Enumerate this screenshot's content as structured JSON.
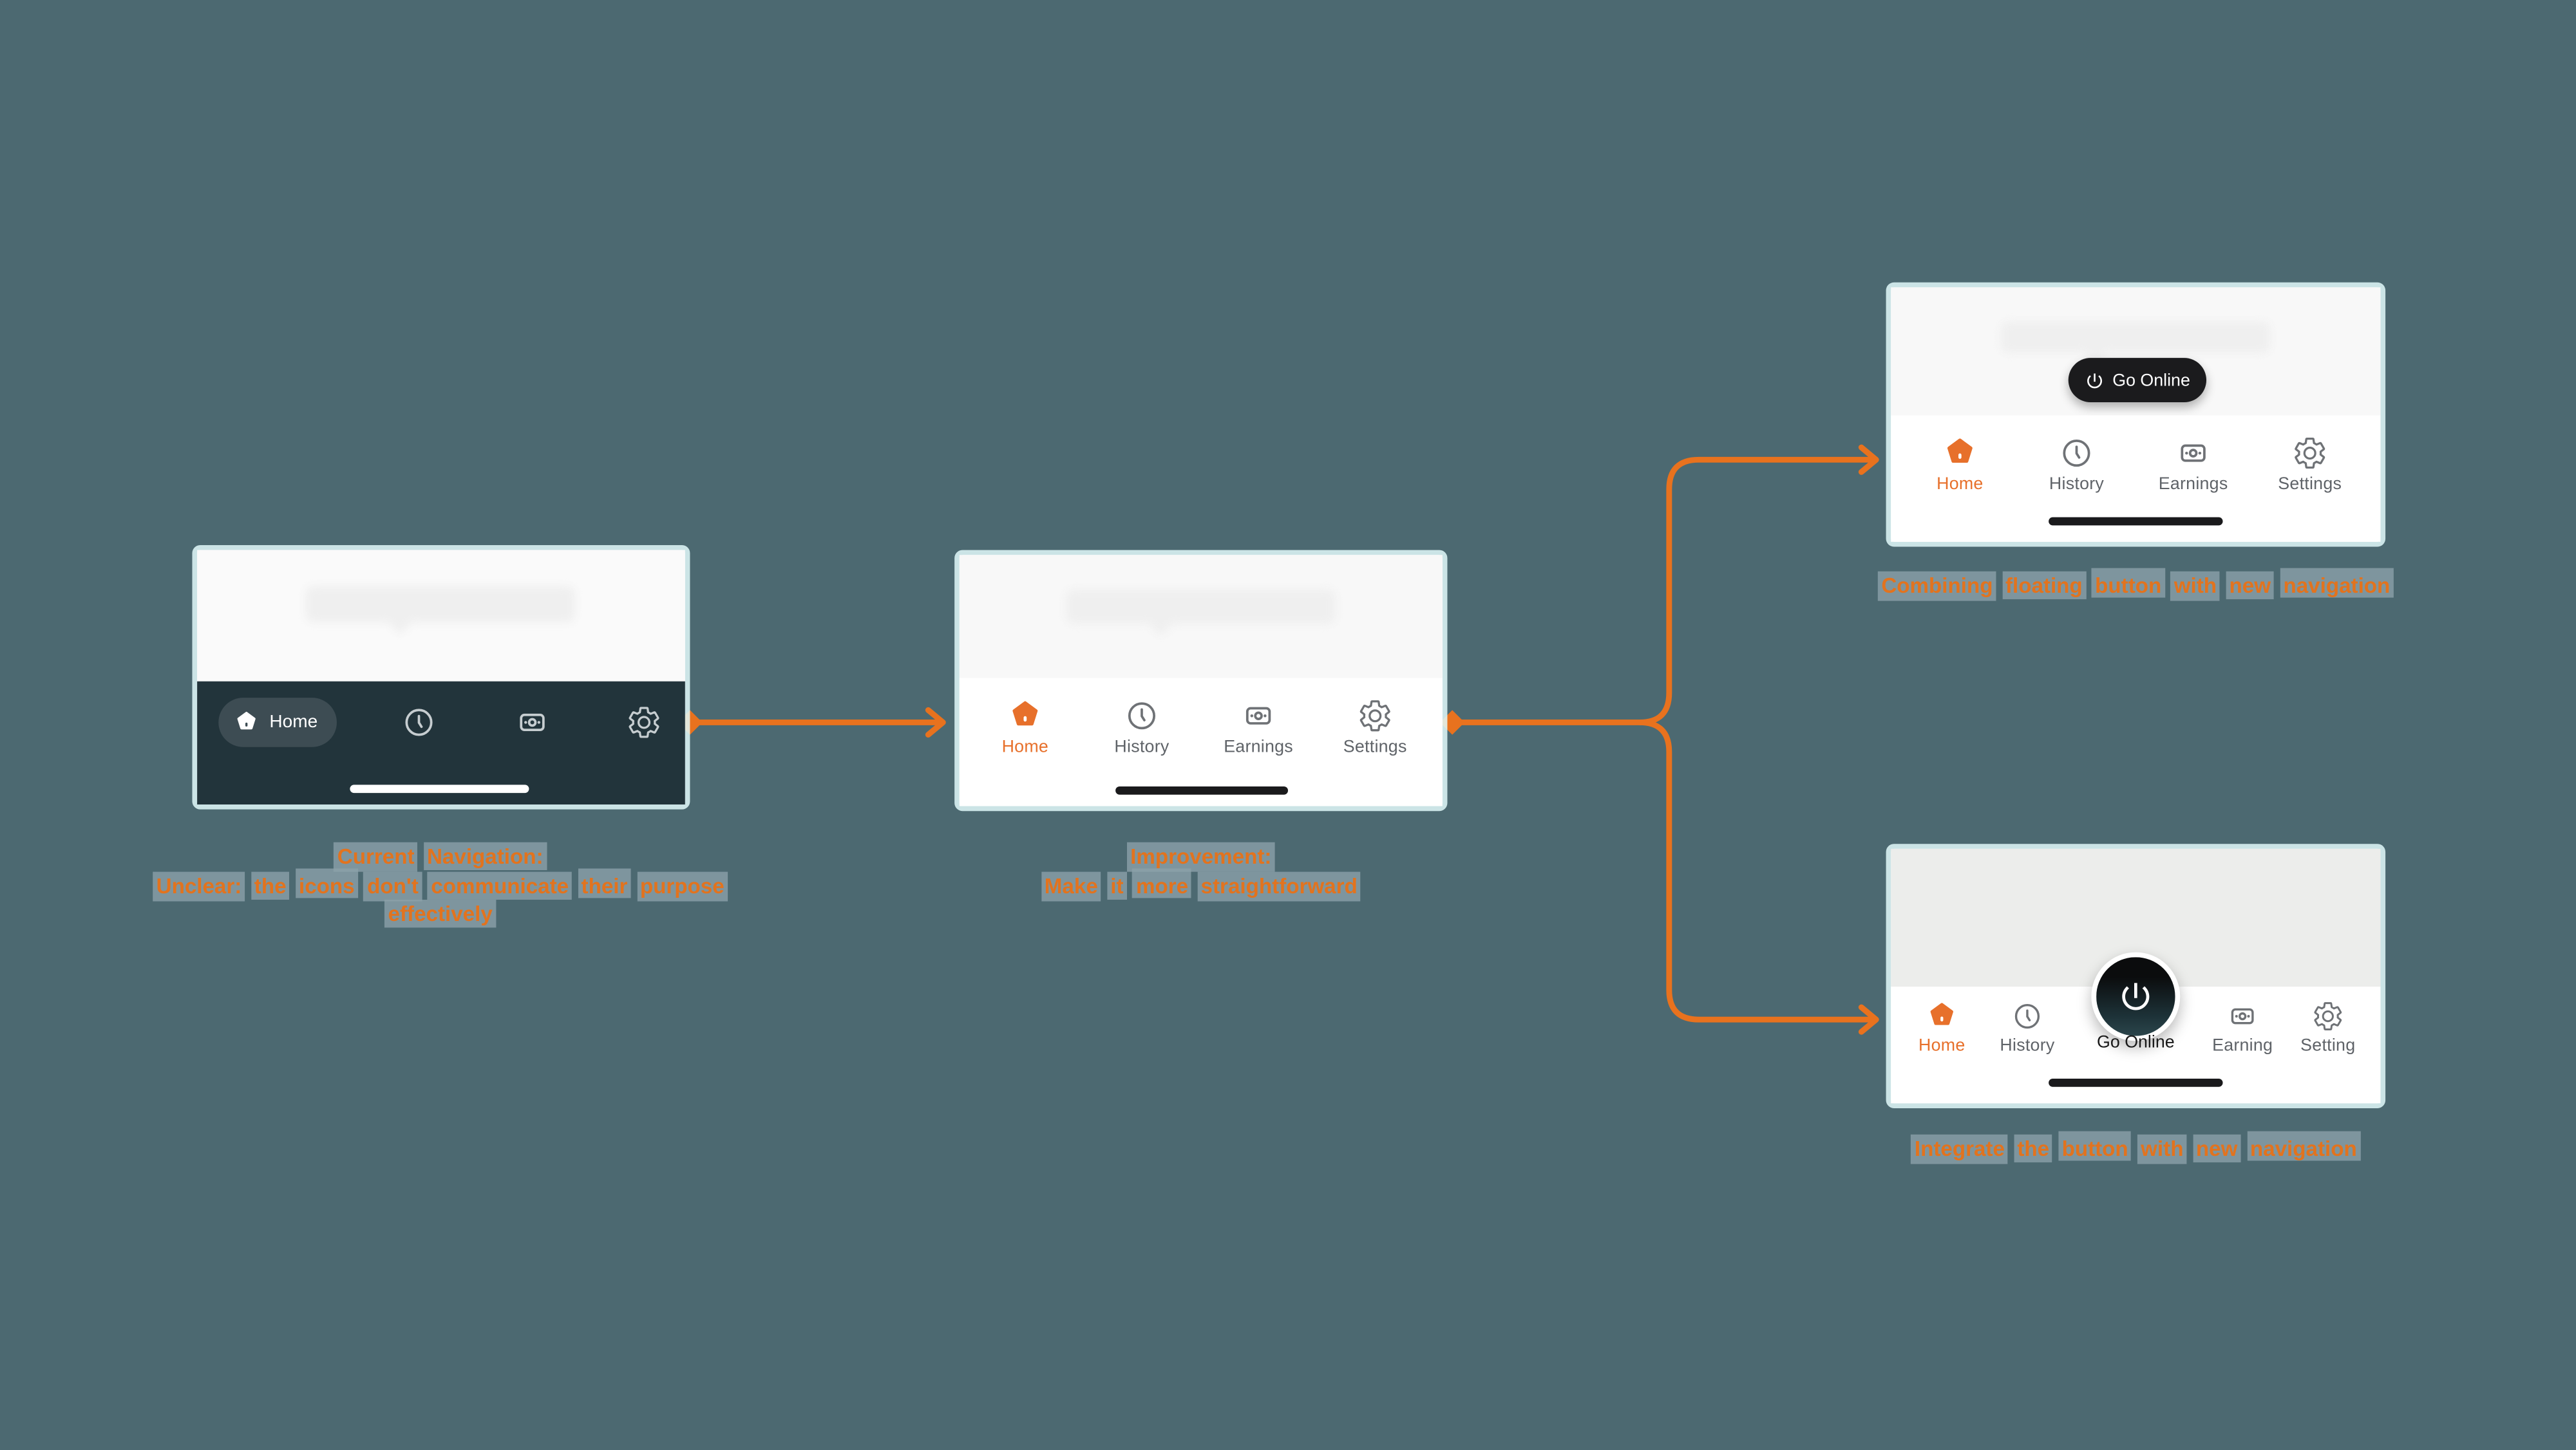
{
  "canvas": {
    "background": "#4C6971",
    "accent": "#E8721E"
  },
  "icons": {
    "home": "pentagon-house",
    "history": "clock",
    "earnings": "banknote",
    "settings": "gear",
    "power": "power-symbol"
  },
  "cards": {
    "current": {
      "nav_home_label": "Home",
      "caption_line1": "Current Navigation:",
      "caption_line2": "Unclear: the icons don't communicate their purpose effectively"
    },
    "improved": {
      "caption_line1": "Improvement:",
      "caption_line2": "Make it more straightforward",
      "nav_items": [
        {
          "label": "Home",
          "active": true
        },
        {
          "label": "History",
          "active": false
        },
        {
          "label": "Earnings",
          "active": false
        },
        {
          "label": "Settings",
          "active": false
        }
      ]
    },
    "floating": {
      "go_online_label": "Go Online",
      "caption": "Combining floating button with new navigation",
      "nav_items": [
        {
          "label": "Home",
          "active": true
        },
        {
          "label": "History",
          "active": false
        },
        {
          "label": "Earnings",
          "active": false
        },
        {
          "label": "Settings",
          "active": false
        }
      ]
    },
    "integrated": {
      "go_online_label": "Go Online",
      "caption": "Integrate the button with new navigation",
      "nav_items": [
        {
          "label": "Home",
          "active": true
        },
        {
          "label": "History",
          "active": false
        },
        {
          "label": "Earning",
          "active": false
        },
        {
          "label": "Setting",
          "active": false
        }
      ]
    }
  }
}
